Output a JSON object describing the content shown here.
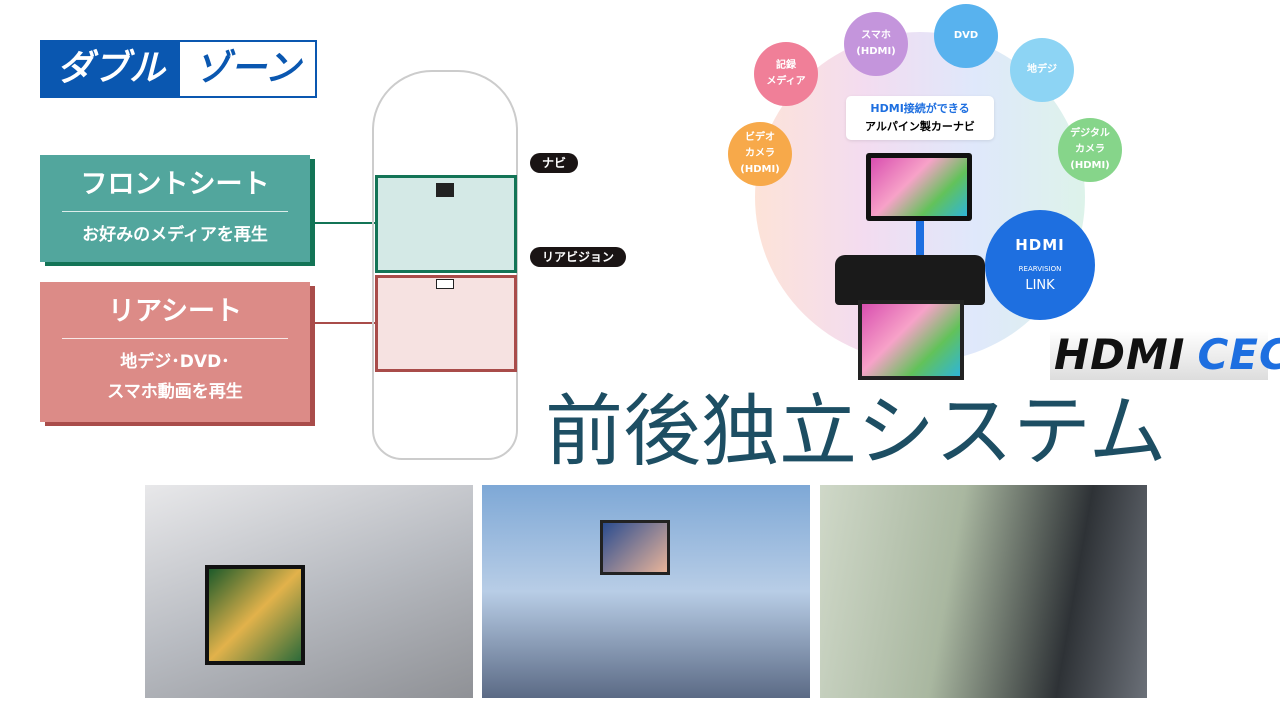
{
  "logo": {
    "left": "ダブル",
    "right": "ゾーン"
  },
  "front": {
    "title": "フロントシート",
    "subtitle": "お好みのメディアを再生"
  },
  "rear": {
    "title": "リアシート",
    "line1": "地デジ･DVD･",
    "line2": "スマホ動画を再生"
  },
  "car_labels": {
    "navi": "ナビ",
    "rear_vision": "リアビジョン"
  },
  "sources": [
    {
      "label": "記録\nメディア",
      "color": "#f07f98"
    },
    {
      "label": "スマホ\n(HDMI)",
      "color": "#c495dc"
    },
    {
      "label": "DVD",
      "color": "#58b2ee"
    },
    {
      "label": "地デジ",
      "color": "#8dd4f4"
    },
    {
      "label": "ビデオ\nカメラ\n(HDMI)",
      "color": "#f7a94a"
    },
    {
      "label": "デジタル\nカメラ\n(HDMI)",
      "color": "#86d58a"
    }
  ],
  "callout": {
    "line1": "HDMI接続ができる",
    "line2": "アルパイン製カーナビ"
  },
  "hdmi_badge": {
    "hdmi": "HDMI",
    "sub1": "REARVISION",
    "sub2": "LINK"
  },
  "cec": {
    "a": "HDMI",
    "b": "CEC"
  },
  "title": "前後独立システム",
  "colors": {
    "accent_blue": "#0a57b0",
    "front": "#52a69d",
    "rear": "#dc8b87",
    "title": "#1d4e63"
  }
}
